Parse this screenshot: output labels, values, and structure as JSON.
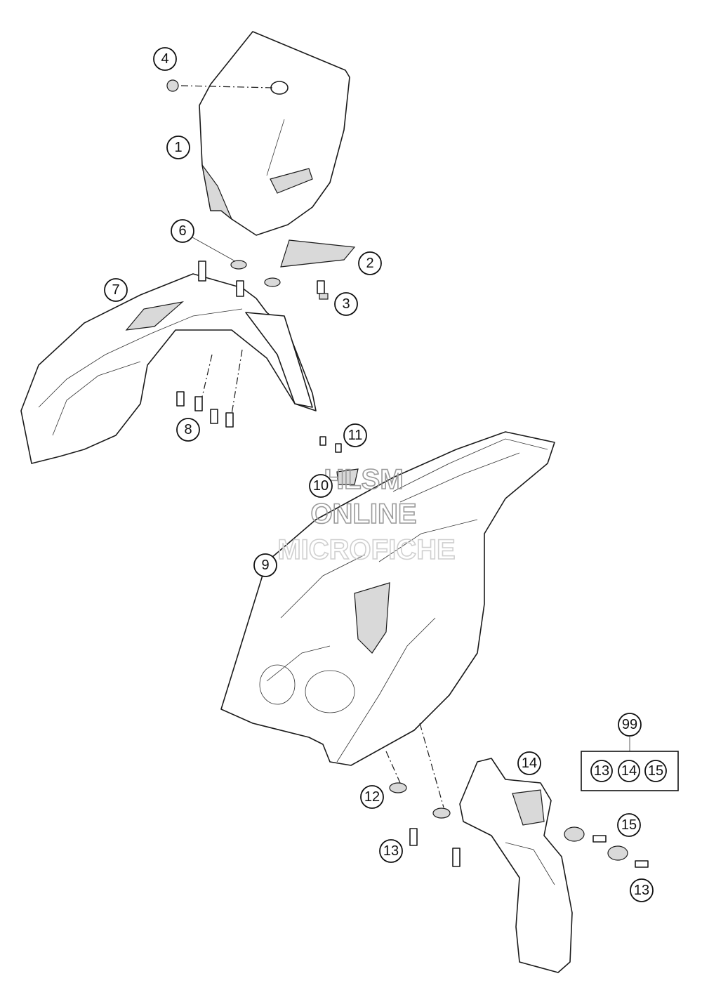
{
  "callouts": {
    "c1": "1",
    "c2": "2",
    "c3": "3",
    "c4": "4",
    "c6": "6",
    "c7": "7",
    "c8": "8",
    "c9": "9",
    "c10": "10",
    "c11": "11",
    "c12": "12",
    "c13a": "13",
    "c13b": "13",
    "c14": "14",
    "c15": "15",
    "c99": "99"
  },
  "kit": {
    "items": [
      "13",
      "14",
      "15"
    ]
  },
  "watermark": {
    "line1": "HLSM",
    "line2": "ONLINE",
    "line3": "MICROFICHE"
  }
}
